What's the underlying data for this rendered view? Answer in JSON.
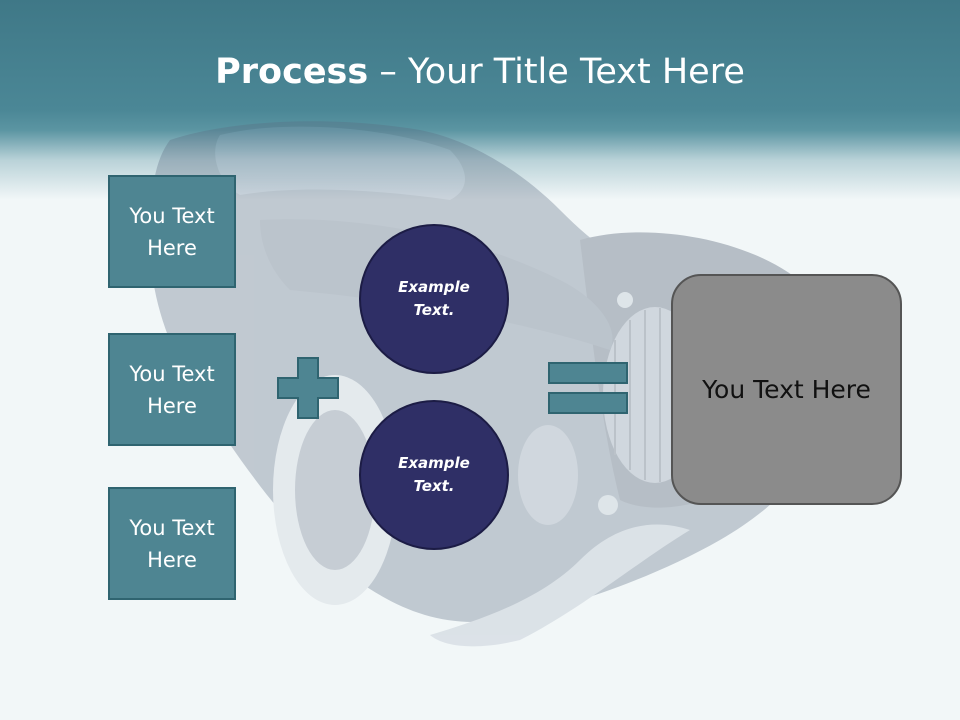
{
  "slide": {
    "title_bold": "Process",
    "title_rest": " – Your Title Text Here",
    "side_boxes": [
      {
        "label": "You Text Here"
      },
      {
        "label": "You Text Here"
      },
      {
        "label": "You Text Here"
      }
    ],
    "circles": [
      {
        "label": "Example Text."
      },
      {
        "label": "Example Text."
      }
    ],
    "result_label": "You Text Here",
    "icons": {
      "plus": "plus-icon",
      "equals": "equals-icon",
      "background": "vintage-car-illustration"
    },
    "colors": {
      "header": "#4b8796",
      "box_fill": "#4e8592",
      "circle_fill": "#2f2f66",
      "result_fill": "#8b8b8b",
      "background": "#f2f7f8"
    }
  }
}
